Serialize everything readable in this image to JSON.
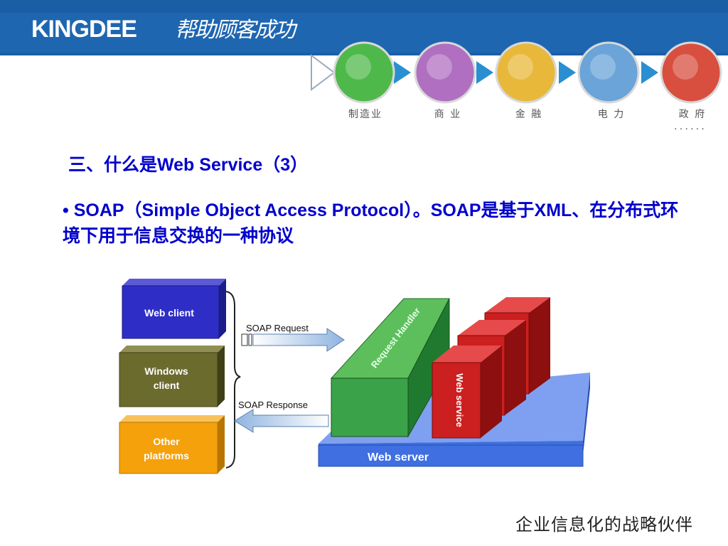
{
  "header": {
    "brand": "KINGDEE",
    "slogan": "帮助顾客成功",
    "industries": [
      {
        "label": "制造业",
        "color": "#4fb84a"
      },
      {
        "label": "商 业",
        "color": "#b06fc0"
      },
      {
        "label": "金 融",
        "color": "#e8b83a"
      },
      {
        "label": "电 力",
        "color": "#6aa4d8"
      },
      {
        "label": "政 府",
        "color": "#d84f3f"
      }
    ],
    "dots": "······"
  },
  "slide": {
    "title": "三、什么是Web Service（3）",
    "bullet": "•  SOAP（Simple Object Access Protocol）。SOAP是基于XML、在分布式环境下用于信息交换的一种协议"
  },
  "diagram": {
    "clients": [
      {
        "label_lines": [
          "Web client"
        ],
        "color": "#2e2ec7"
      },
      {
        "label_lines": [
          "Windows",
          "client"
        ],
        "color": "#6b6b2e"
      },
      {
        "label_lines": [
          "Other",
          "platforms"
        ],
        "color": "#f5a10c"
      }
    ],
    "request_label": "SOAP Request",
    "response_label": "SOAP Response",
    "request_handler_label": "Request Handler",
    "web_service_label": "Web service",
    "web_server_label": "Web server"
  },
  "footer": {
    "tagline": "企业信息化的战略伙伴"
  }
}
